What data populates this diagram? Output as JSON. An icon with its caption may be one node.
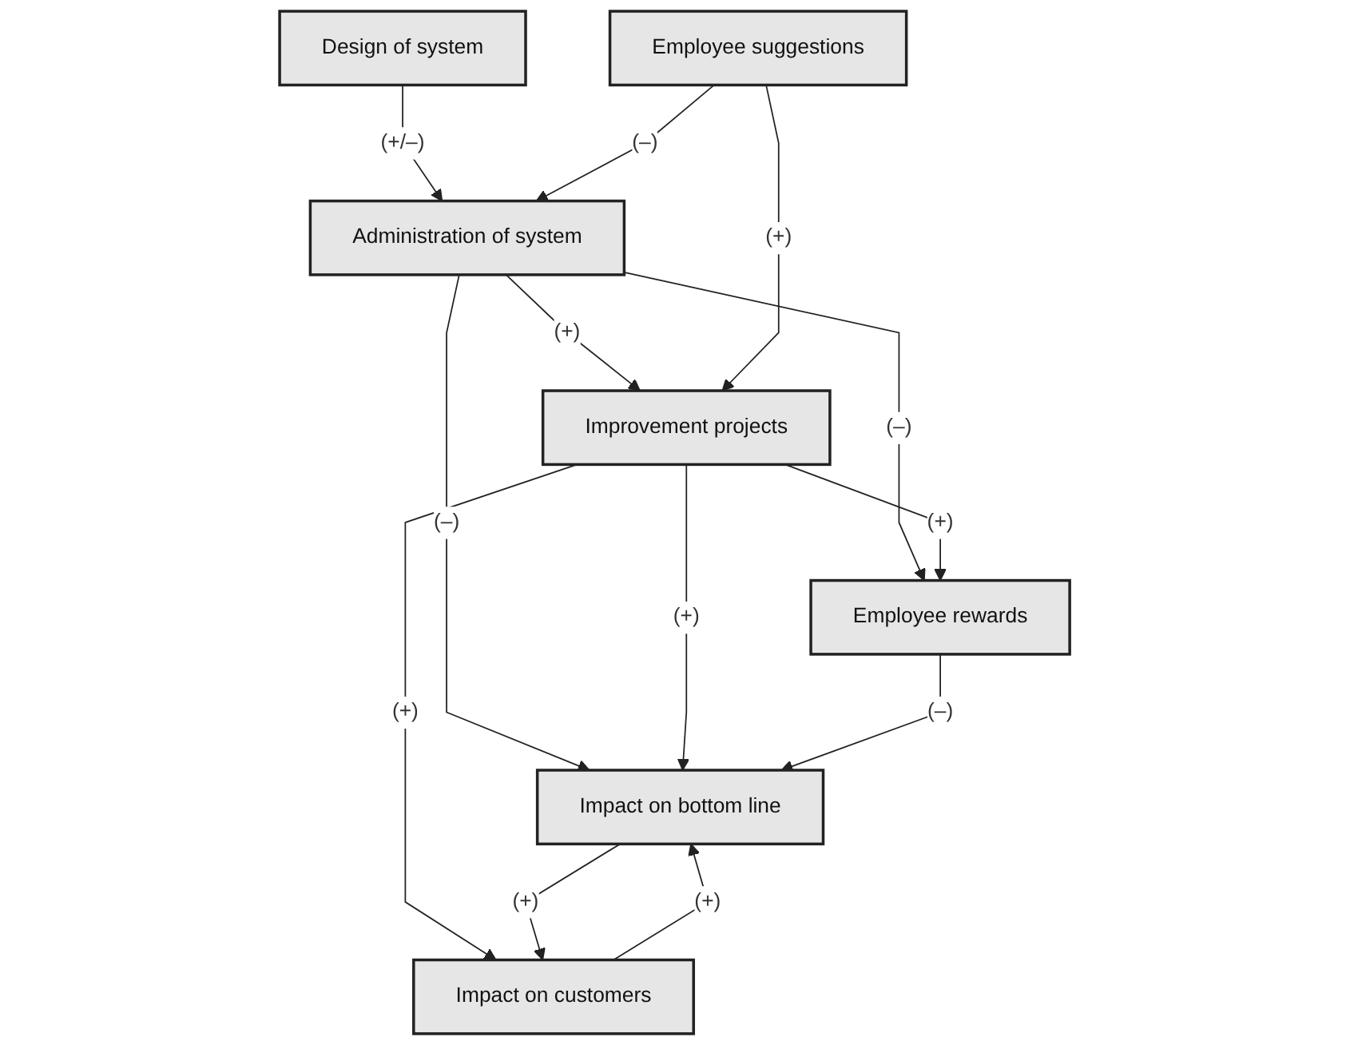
{
  "diagram": {
    "nodes": [
      {
        "text": [
          "Design of system"
        ]
      },
      {
        "text": [
          "Impact on customers"
        ]
      },
      {
        "text": [
          "Administration of system"
        ]
      },
      {
        "text": [
          "Impact on bottom line"
        ]
      },
      {
        "text": [
          "Employee suggestions"
        ]
      },
      {
        "text": [
          "Employee rewards"
        ]
      },
      {
        "text": [
          "Improvement projects"
        ]
      }
    ],
    "edges": [
      {
        "from": 0,
        "to": 2,
        "arrow": "to",
        "label": "(+/–)"
      },
      {
        "from": 2,
        "to": 3,
        "arrow": "to",
        "label": "(–)"
      },
      {
        "from": 2,
        "to": 5,
        "arrow": "to",
        "label": "(–)"
      },
      {
        "from": 2,
        "to": 6,
        "arrow": "to",
        "label": "(+)"
      },
      {
        "from": 4,
        "to": 2,
        "arrow": "to",
        "label": "(–)"
      },
      {
        "from": 4,
        "to": 6,
        "arrow": "to",
        "label": "(+)"
      },
      {
        "from": 6,
        "to": 1,
        "arrow": "to",
        "label": "(+)"
      },
      {
        "from": 6,
        "to": 3,
        "arrow": "to",
        "label": "(+)"
      },
      {
        "from": 6,
        "to": 5,
        "arrow": "to",
        "label": "(+)"
      },
      {
        "from": 5,
        "to": 3,
        "arrow": "to",
        "label": "(–)"
      },
      {
        "from": 3,
        "to": 1,
        "arrow": "to",
        "label": "(+)"
      },
      {
        "from": 1,
        "to": 3,
        "arrow": "to",
        "label": "(+)"
      }
    ]
  }
}
